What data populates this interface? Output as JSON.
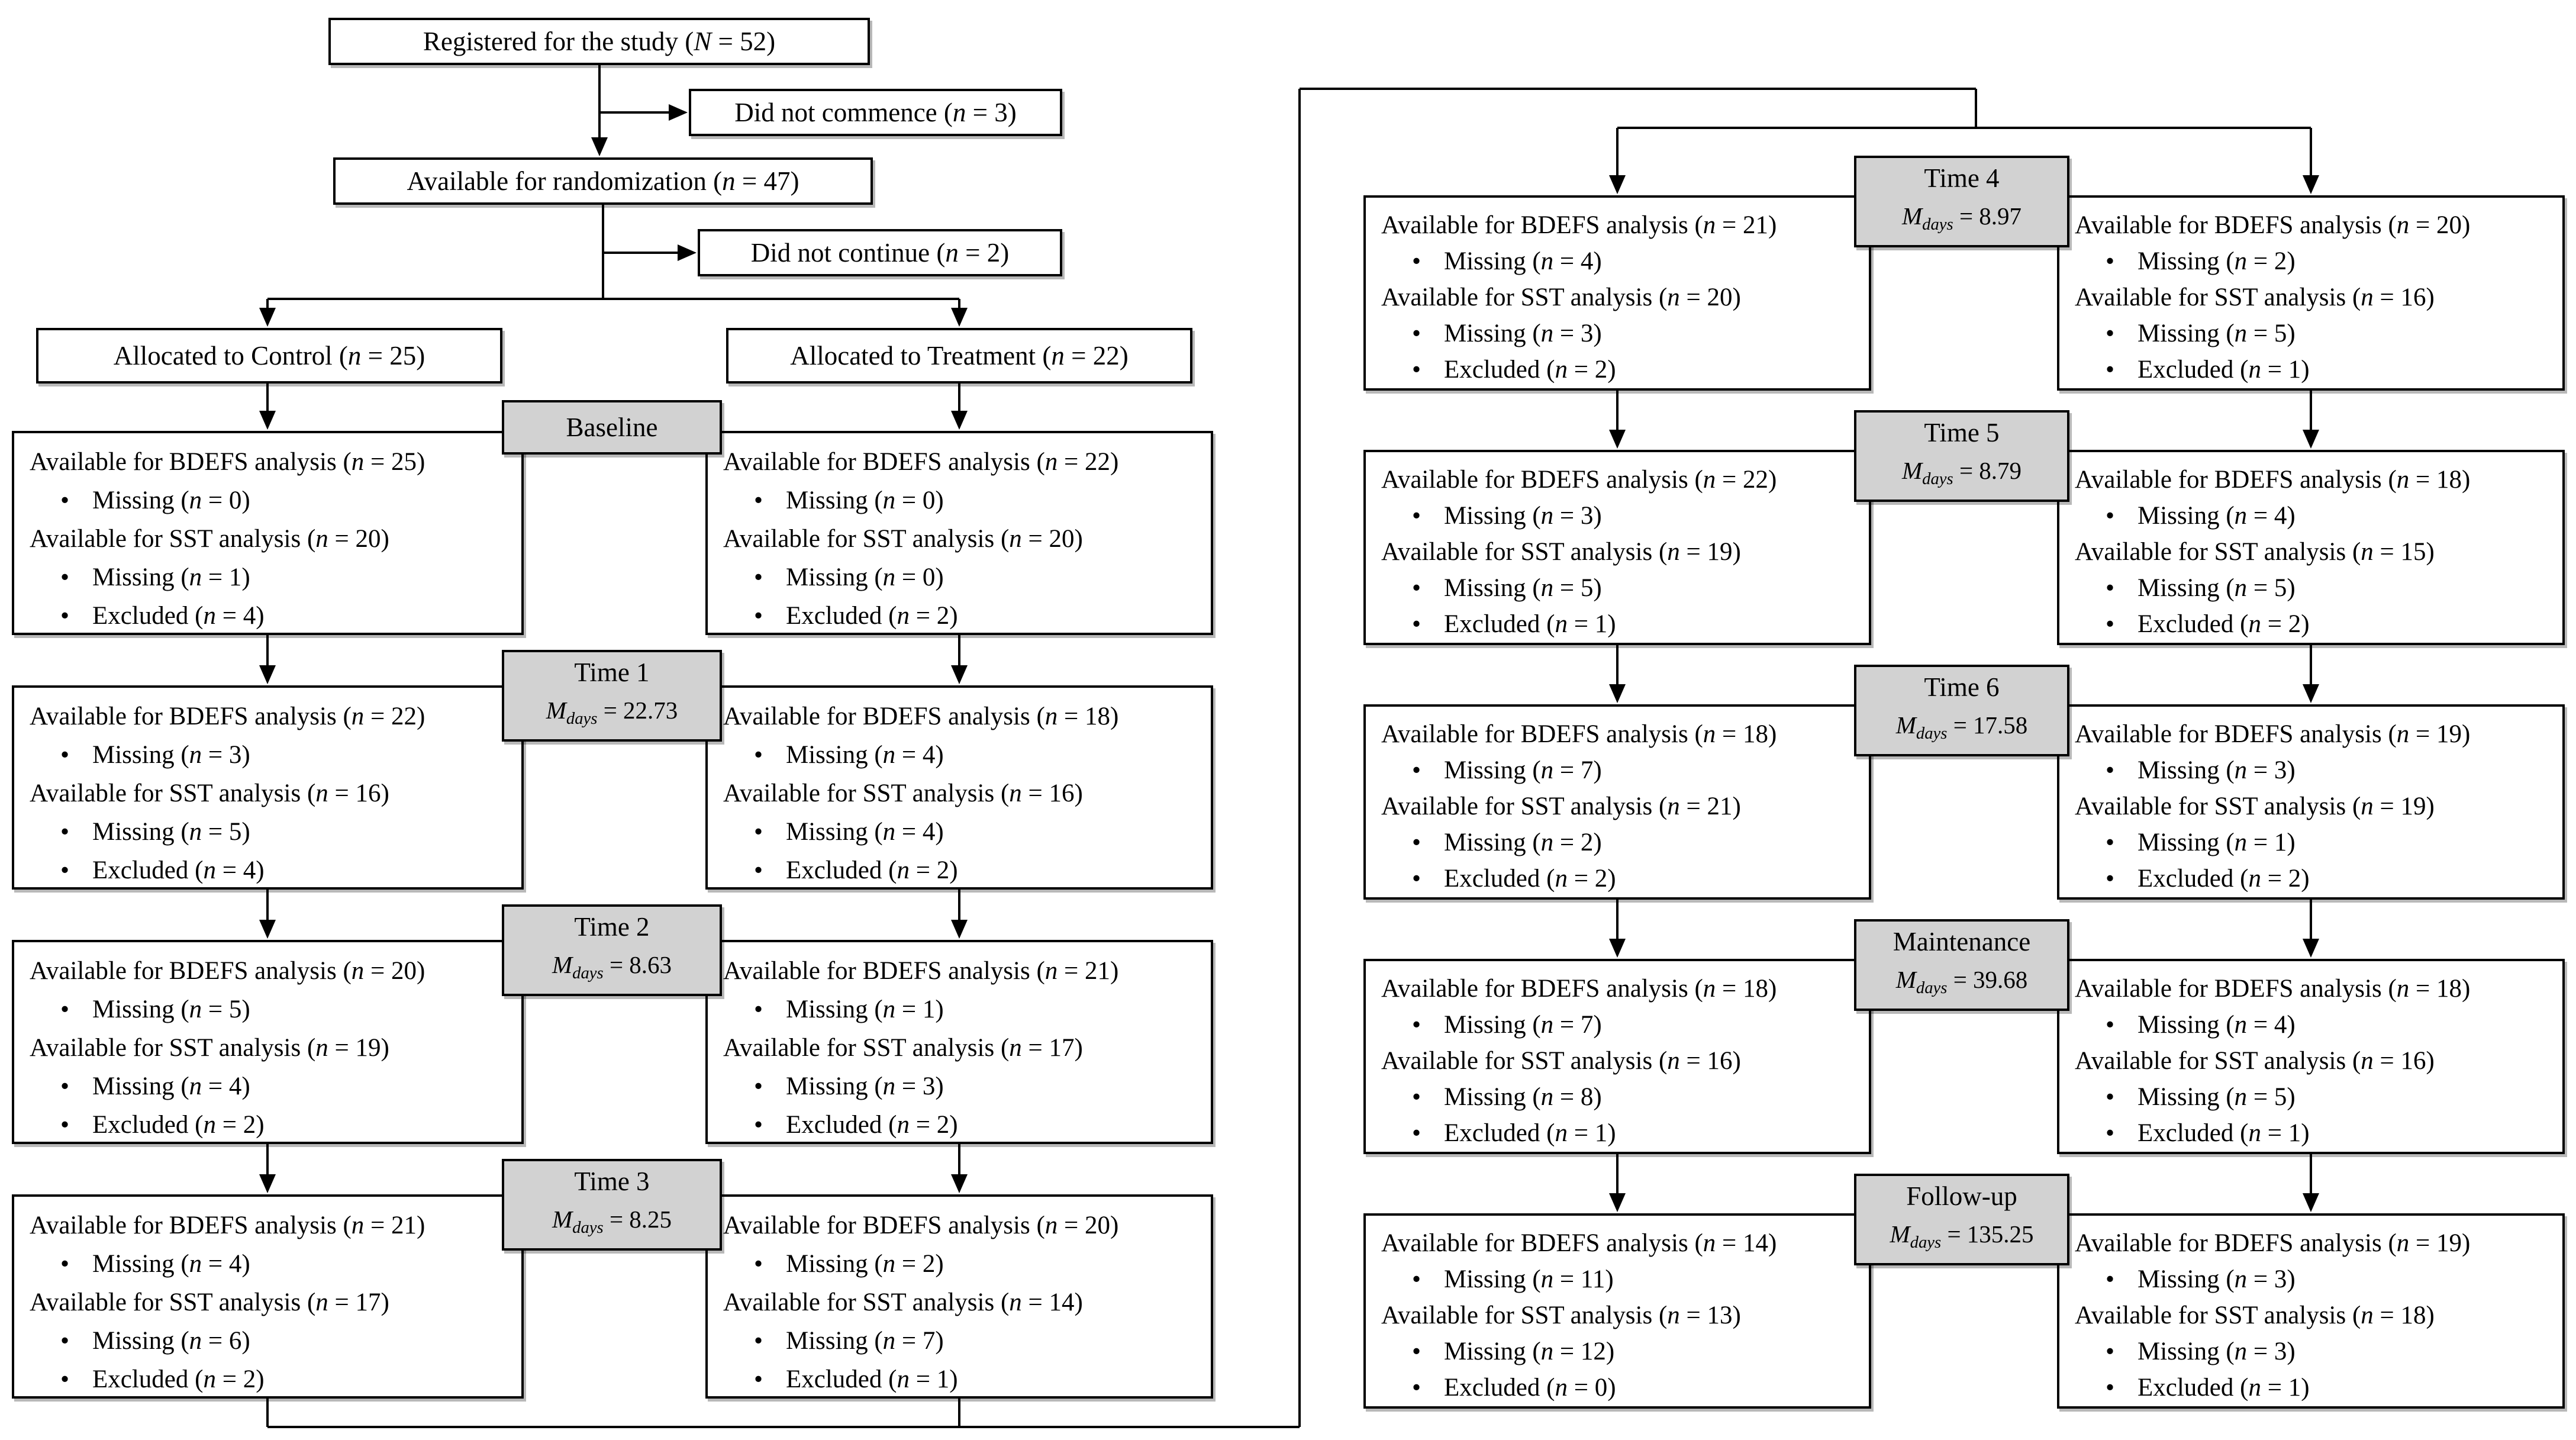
{
  "top_flow": {
    "registered": "Registered for the study (N = 52)",
    "did_not_commence": "Did not commence (n = 3)",
    "available_for_randomization": "Available for randomization (n = 47)",
    "did_not_continue": "Did not continue (n = 2)",
    "allocated_control": "Allocated to Control (n = 25)",
    "allocated_treatment": "Allocated to Treatment (n = 22)"
  },
  "analysis_labels": {
    "bdefs": "Available for BDEFS analysis",
    "sst": "Available for SST analysis",
    "missing": "Missing",
    "excluded": "Excluded",
    "n_var": "n",
    "mean_var": "M",
    "mean_sub": "days"
  },
  "stages": [
    {
      "name": "Baseline",
      "m_days": null,
      "side": "left",
      "row": 0,
      "control": {
        "bdefs": 25,
        "bdefs_missing": 0,
        "sst": 20,
        "sst_missing": 1,
        "sst_excluded": 4
      },
      "treatment": {
        "bdefs": 22,
        "bdefs_missing": 0,
        "sst": 20,
        "sst_missing": 0,
        "sst_excluded": 2
      }
    },
    {
      "name": "Time 1",
      "m_days": "22.73",
      "side": "left",
      "row": 1,
      "control": {
        "bdefs": 22,
        "bdefs_missing": 3,
        "sst": 16,
        "sst_missing": 5,
        "sst_excluded": 4
      },
      "treatment": {
        "bdefs": 18,
        "bdefs_missing": 4,
        "sst": 16,
        "sst_missing": 4,
        "sst_excluded": 2
      }
    },
    {
      "name": "Time 2",
      "m_days": "8.63",
      "side": "left",
      "row": 2,
      "control": {
        "bdefs": 20,
        "bdefs_missing": 5,
        "sst": 19,
        "sst_missing": 4,
        "sst_excluded": 2
      },
      "treatment": {
        "bdefs": 21,
        "bdefs_missing": 1,
        "sst": 17,
        "sst_missing": 3,
        "sst_excluded": 2
      }
    },
    {
      "name": "Time 3",
      "m_days": "8.25",
      "side": "left",
      "row": 3,
      "control": {
        "bdefs": 21,
        "bdefs_missing": 4,
        "sst": 17,
        "sst_missing": 6,
        "sst_excluded": 2
      },
      "treatment": {
        "bdefs": 20,
        "bdefs_missing": 2,
        "sst": 14,
        "sst_missing": 7,
        "sst_excluded": 1
      }
    },
    {
      "name": "Time 4",
      "m_days": "8.97",
      "side": "right",
      "row": 0,
      "control": {
        "bdefs": 21,
        "bdefs_missing": 4,
        "sst": 20,
        "sst_missing": 3,
        "sst_excluded": 2
      },
      "treatment": {
        "bdefs": 20,
        "bdefs_missing": 2,
        "sst": 16,
        "sst_missing": 5,
        "sst_excluded": 1
      }
    },
    {
      "name": "Time 5",
      "m_days": "8.79",
      "side": "right",
      "row": 1,
      "control": {
        "bdefs": 22,
        "bdefs_missing": 3,
        "sst": 19,
        "sst_missing": 5,
        "sst_excluded": 1
      },
      "treatment": {
        "bdefs": 18,
        "bdefs_missing": 4,
        "sst": 15,
        "sst_missing": 5,
        "sst_excluded": 2
      }
    },
    {
      "name": "Time 6",
      "m_days": "17.58",
      "side": "right",
      "row": 2,
      "control": {
        "bdefs": 18,
        "bdefs_missing": 7,
        "sst": 21,
        "sst_missing": 2,
        "sst_excluded": 2
      },
      "treatment": {
        "bdefs": 19,
        "bdefs_missing": 3,
        "sst": 19,
        "sst_missing": 1,
        "sst_excluded": 2
      }
    },
    {
      "name": "Maintenance",
      "m_days": "39.68",
      "side": "right",
      "row": 3,
      "control": {
        "bdefs": 18,
        "bdefs_missing": 7,
        "sst": 16,
        "sst_missing": 8,
        "sst_excluded": 1
      },
      "treatment": {
        "bdefs": 18,
        "bdefs_missing": 4,
        "sst": 16,
        "sst_missing": 5,
        "sst_excluded": 1
      }
    },
    {
      "name": "Follow-up",
      "m_days": "135.25",
      "side": "right",
      "row": 4,
      "control": {
        "bdefs": 14,
        "bdefs_missing": 11,
        "sst": 13,
        "sst_missing": 12,
        "sst_excluded": 0
      },
      "treatment": {
        "bdefs": 19,
        "bdefs_missing": 3,
        "sst": 18,
        "sst_missing": 3,
        "sst_excluded": 1
      }
    }
  ],
  "colors": {
    "background": "#ffffff",
    "stage_label_bg": "#d2d2d2",
    "box_border": "#000000",
    "line": "#000000"
  }
}
